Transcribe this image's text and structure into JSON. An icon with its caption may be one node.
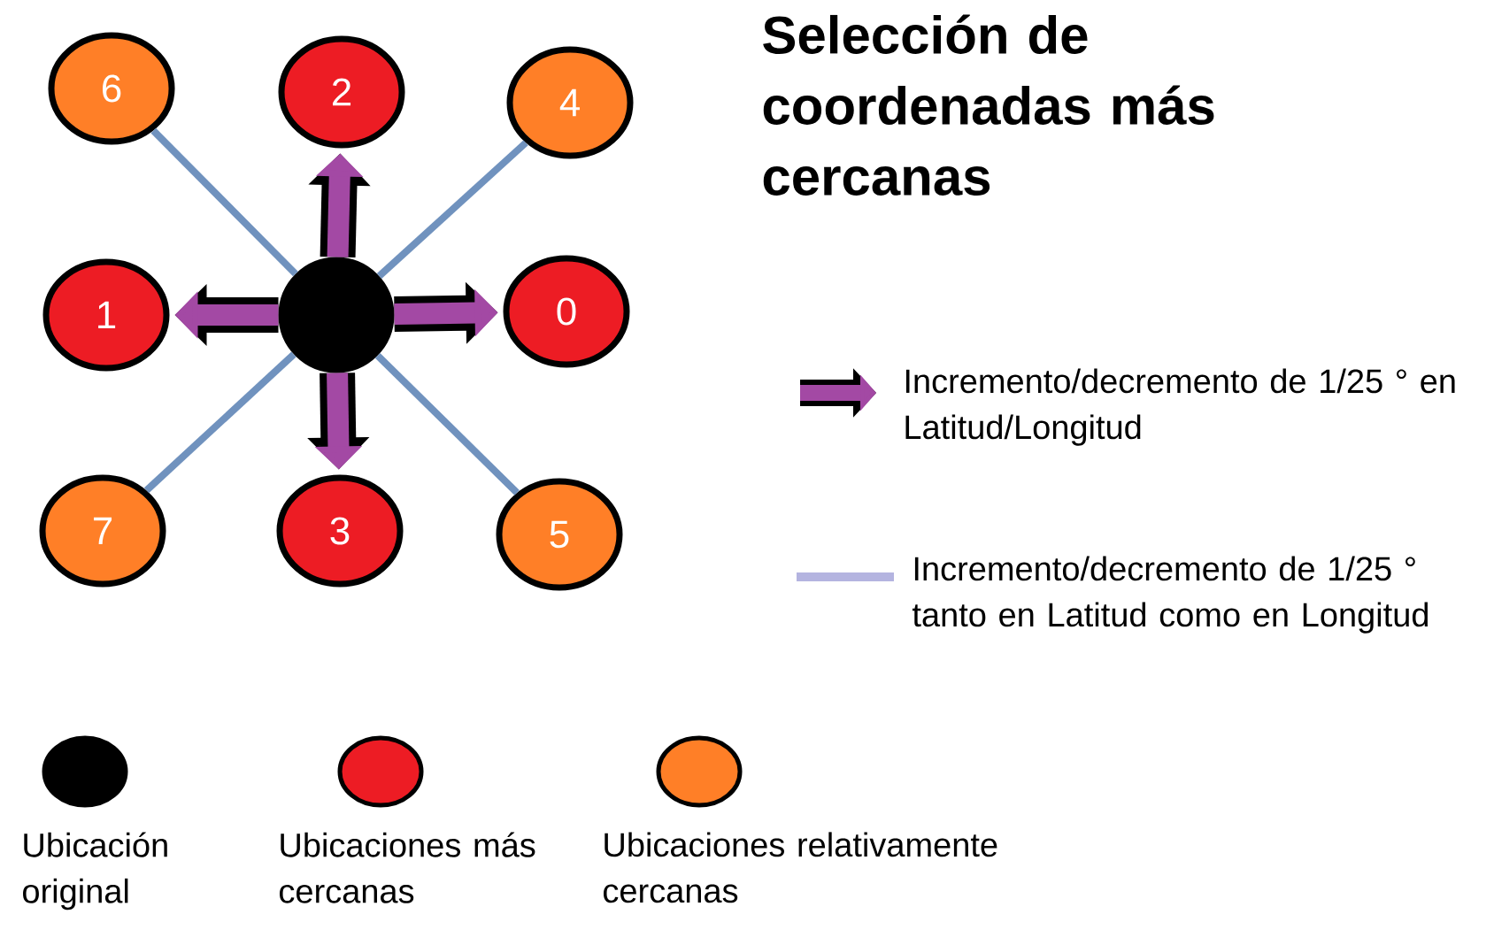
{
  "diagram": {
    "title": "Selección de coordenadas más cercanas",
    "nodes": [
      {
        "text": [
          "6"
        ]
      },
      {
        "text": [
          "2"
        ]
      },
      {
        "text": [
          "4"
        ]
      },
      {
        "text": [
          "1"
        ]
      },
      {
        "text": [],
        "shape": "circle"
      },
      {
        "text": [
          "0"
        ]
      },
      {
        "text": [
          "7"
        ]
      },
      {
        "text": [
          "3"
        ]
      },
      {
        "text": [
          "5"
        ]
      }
    ],
    "edges": [
      {
        "from": 4,
        "to": 1,
        "arrow": "to",
        "style": "thick",
        "color": "#a349a4"
      },
      {
        "from": 4,
        "to": 3,
        "arrow": "to",
        "style": "thick",
        "color": "#a349a4"
      },
      {
        "from": 4,
        "to": 5,
        "arrow": "to",
        "style": "thick",
        "color": "#a349a4"
      },
      {
        "from": 4,
        "to": 7,
        "arrow": "to",
        "style": "thick",
        "color": "#a349a4"
      },
      {
        "from": 4,
        "to": 0,
        "arrow": "none",
        "color": "#7092be"
      },
      {
        "from": 4,
        "to": 2,
        "arrow": "none",
        "color": "#7092be"
      },
      {
        "from": 4,
        "to": 6,
        "arrow": "none",
        "color": "#7092be"
      },
      {
        "from": 4,
        "to": 8,
        "arrow": "none",
        "color": "#7092be"
      }
    ],
    "legend": [
      {
        "text": "Incremento/decremento de 1/25 ° en Latitud/Longitud"
      },
      {
        "text": "Incremento/decremento de 1/25 ° tanto en Latitud como en Longitud"
      },
      {
        "text": "Ubicación original",
        "color": "#000000"
      },
      {
        "text": "Ubicaciones más cercanas",
        "color": "#ed1c24"
      },
      {
        "text": "Ubicaciones relativamente cercanas",
        "color": "#ff7f27"
      }
    ]
  }
}
